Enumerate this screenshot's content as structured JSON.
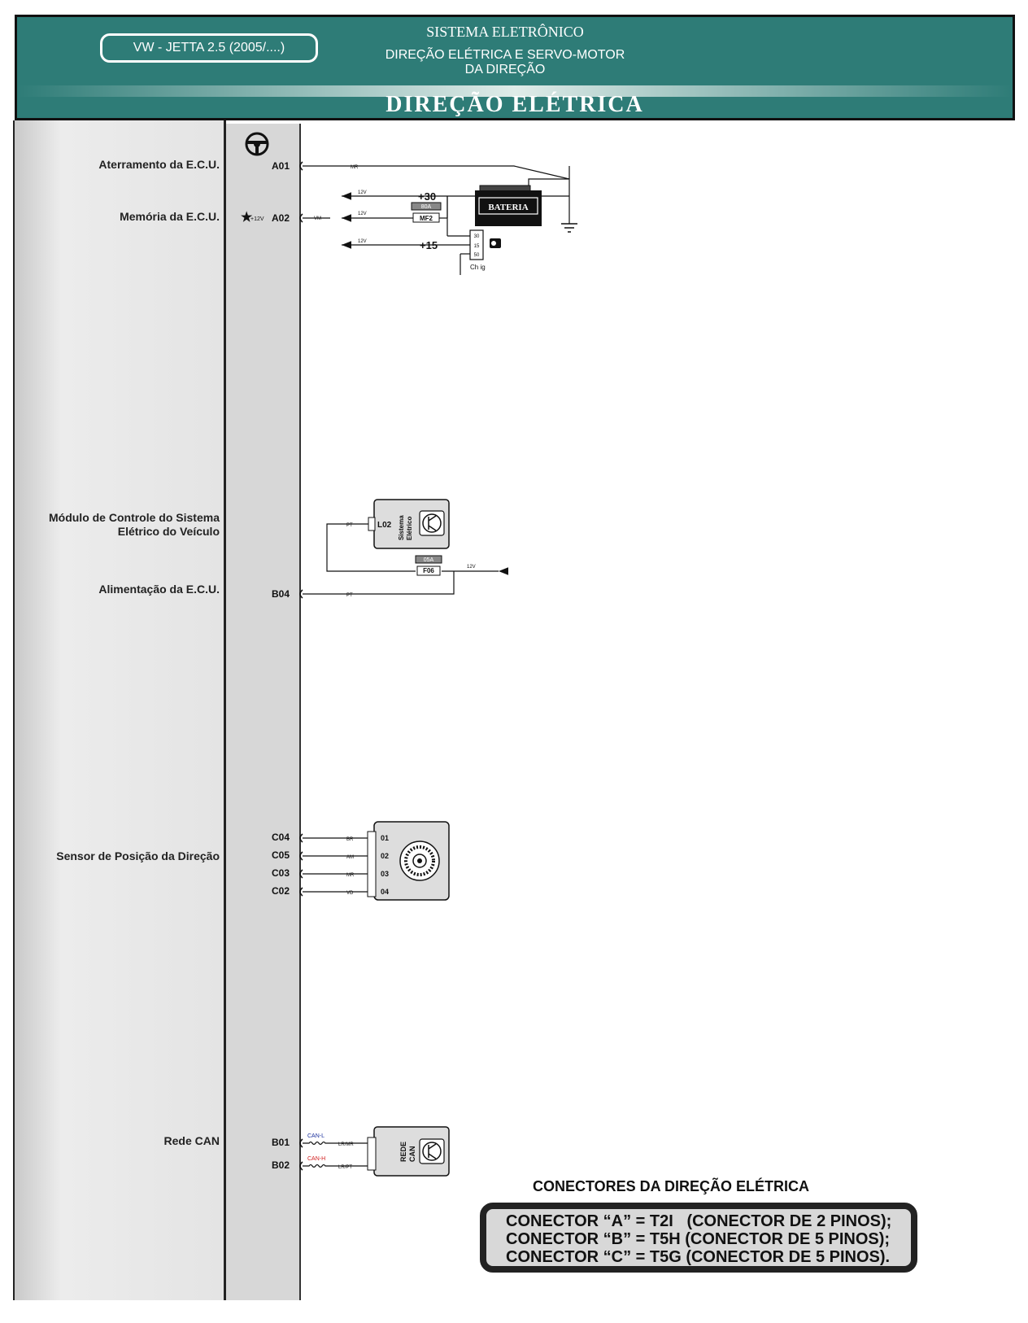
{
  "header": {
    "model": "VW - JETTA 2.5 (2005/....)",
    "system_title": "SISTEMA ELETRÔNICO",
    "subtitle_line1": "DIREÇÃO ELÉTRICA E SERVO-MOTOR",
    "subtitle_line2": "DA DIREÇÃO",
    "main_title": "DIREÇÃO ELÉTRICA"
  },
  "labels": {
    "ground": "Aterramento da E.C.U.",
    "memory": "Memória da E.C.U.",
    "module_line1": "Módulo de Controle do Sistema",
    "module_line2": "Elétrico do Veículo",
    "supply": "Alimentação da E.C.U.",
    "sensor": "Sensor de Posição da Direção",
    "can": "Rede CAN"
  },
  "pins": {
    "a01": "A01",
    "a02": "A02",
    "b04": "B04",
    "c04": "C04",
    "c05": "C05",
    "c03": "C03",
    "c02": "C02",
    "b01": "B01",
    "b02": "B02",
    "star_12v": "+12V"
  },
  "wires": {
    "mr": "MR",
    "vm": "VM",
    "pt": "PT",
    "br": "BR",
    "am": "AM",
    "vd": "VD",
    "lr_mr": "LR/MR",
    "lr_pt": "LR/PT",
    "can_l": "CAN-L",
    "can_h": "CAN-H",
    "v12": "12V"
  },
  "power": {
    "plus30": "+30",
    "plus15": "+15",
    "fuse_mf2_rating": "80A",
    "fuse_mf2": "MF2",
    "battery": "BATERIA",
    "ign_30": "30",
    "ign_15": "15",
    "ign_50": "50",
    "ign_label": "Ch ig",
    "fuse_f06_rating": "05A",
    "fuse_f06": "F06"
  },
  "module": {
    "pin": "L02",
    "name_line1": "Sistema",
    "name_line2": "Elétrico"
  },
  "sensor_pins": [
    "01",
    "02",
    "03",
    "04"
  ],
  "can_module": {
    "name_line1": "REDE",
    "name_line2": "CAN"
  },
  "connectors": {
    "title": "CONECTORES DA DIREÇÃO ELÉTRICA",
    "line_a": "CONECTOR “A” = T2I   (CONECTOR DE 2 PINOS);",
    "line_b": "CONECTOR “B” = T5H (CONECTOR DE 5 PINOS);",
    "line_c": "CONECTOR “C” = T5G (CONECTOR DE 5 PINOS)."
  },
  "colors": {
    "header_teal": "#2e7c77",
    "can_l": "#1a2f9c",
    "can_h": "#d21f1f"
  },
  "icons": [
    "steering-wheel-icon",
    "battery-icon",
    "ground-icon",
    "ignition-key-icon",
    "transistor-icon",
    "rotary-sensor-icon"
  ]
}
